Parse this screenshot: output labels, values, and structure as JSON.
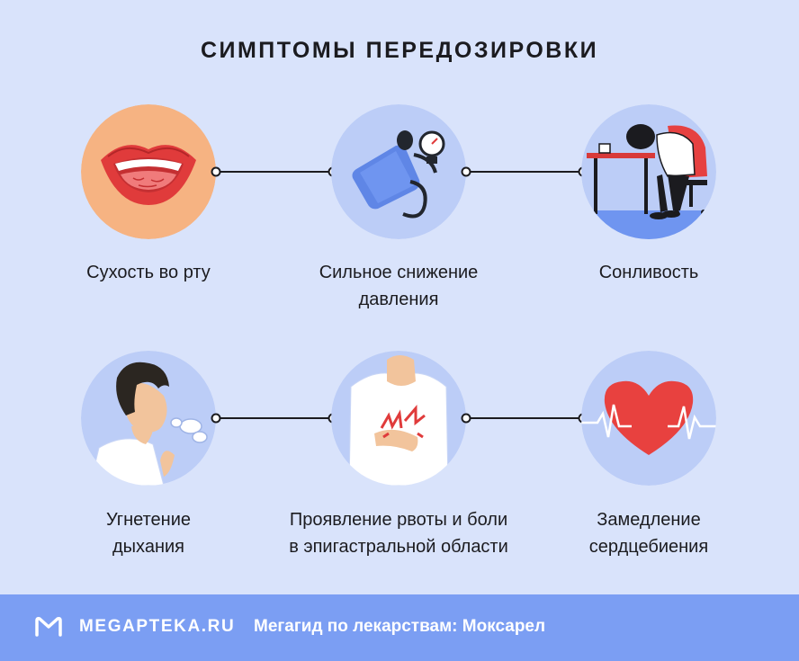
{
  "title": "СИМПТОМЫ ПЕРЕДОЗИРОВКИ",
  "symptoms": [
    {
      "icon": "dry-mouth-icon",
      "lines": [
        "Сухость во рту"
      ]
    },
    {
      "icon": "blood-pressure-cuff-icon",
      "lines": [
        "Сильное снижение",
        "давления"
      ]
    },
    {
      "icon": "drowsy-person-icon",
      "lines": [
        "Сонливость"
      ]
    },
    {
      "icon": "breathing-person-icon",
      "lines": [
        "Угнетение",
        "дыхания"
      ]
    },
    {
      "icon": "stomach-pain-icon",
      "lines": [
        "Проявление рвоты и боли",
        "в эпигастральной области"
      ]
    },
    {
      "icon": "heart-pulse-icon",
      "lines": [
        "Замедление",
        "сердцебиения"
      ]
    }
  ],
  "footer": {
    "brand": "MEGAPTEKA.RU",
    "tagline": "Мегагид по лекарствам: Моксарел"
  },
  "colors": {
    "background": "#d9e3fb",
    "circle": "#bccdf7",
    "mouth_circle": "#f6b382",
    "footer": "#7b9ef3",
    "heart": "#e8413f"
  }
}
